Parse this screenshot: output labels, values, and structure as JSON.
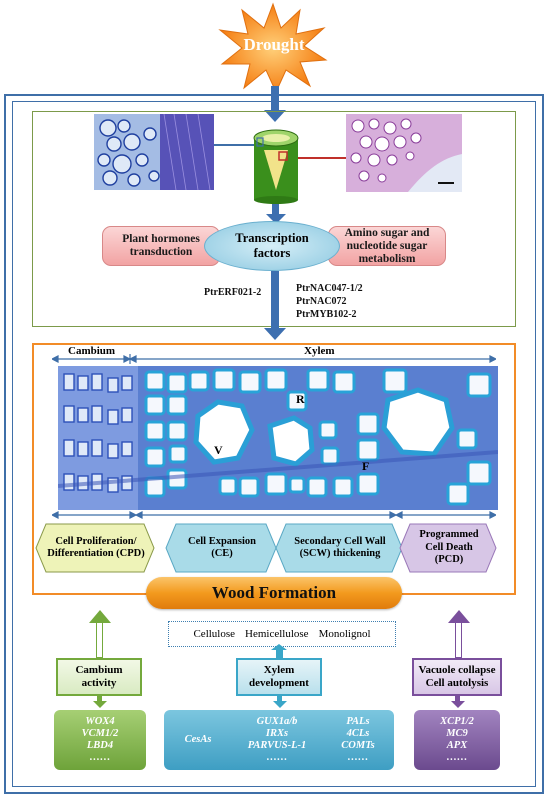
{
  "trigger": {
    "label": "Drought"
  },
  "signaling": {
    "tf_hub": "Transcription factors",
    "left_box": "Plant hormones transduction",
    "right_box": "Amino sugar and nucleotide sugar metabolism",
    "tf_left": "PtrERF021-2",
    "tf_right": [
      "PtrNAC047-1/2",
      "PtrNAC072",
      "PtrMYB102-2"
    ]
  },
  "micrograph": {
    "region_left": "Cambium",
    "region_right": "Xylem",
    "marks": {
      "r": "R",
      "v": "V",
      "f": "F"
    }
  },
  "stages": [
    {
      "label": "Cell Proliferation/ Differentiation (CPD)",
      "color": "#eef3b8"
    },
    {
      "label": "Cell Expansion (CE)",
      "color": "#a9dbe8"
    },
    {
      "label": "Secondary Cell Wall (SCW) thickening",
      "color": "#a9dbe8"
    },
    {
      "label": "Programmed Cell Death (PCD)",
      "color": "#d7c6e6"
    }
  ],
  "wood_formation": {
    "title": "Wood Formation"
  },
  "components": [
    "Cellulose",
    "Hemicellulose",
    "Monolignol"
  ],
  "processes": {
    "left": "Cambium activity",
    "middle": "Xylem development",
    "right": "Vacuole collapse Cell autolysis"
  },
  "genes": {
    "left": [
      "WOX4",
      "VCM1/2",
      "LBD4",
      "……"
    ],
    "middle_col1": [
      "CesAs"
    ],
    "middle_col2": [
      "GUX1a/b",
      "IRXs",
      "PARVUS-L-1",
      "……"
    ],
    "middle_col3": [
      "PALs",
      "4CLs",
      "COMTs",
      "……"
    ],
    "right": [
      "XCP1/2",
      "MC9",
      "APX",
      "……"
    ]
  },
  "colors": {
    "frame": "#3f6fa8",
    "signaling_border": "#7c9a4a",
    "wood_border": "#f28c28",
    "wood_bar": "#f39a1e",
    "green": "#74a93c",
    "blue": "#3aa6c8",
    "purple": "#7a4f9c"
  }
}
